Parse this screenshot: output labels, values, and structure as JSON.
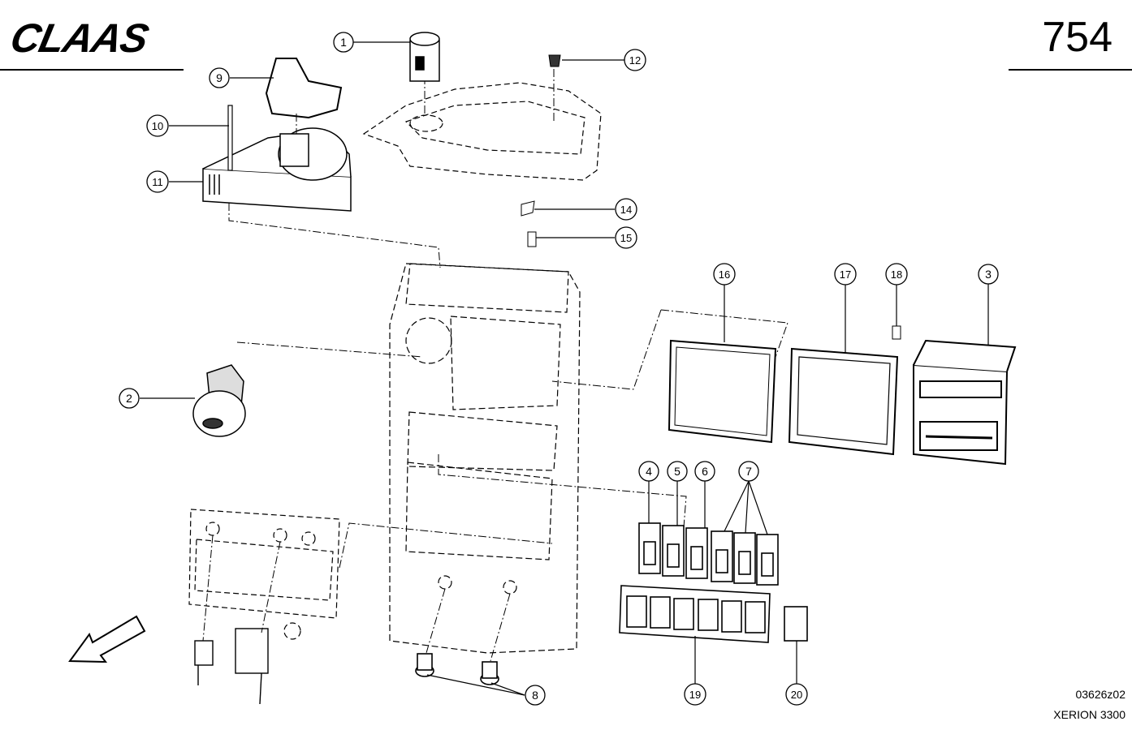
{
  "header": {
    "brand": "CLAAS",
    "page_number": "754"
  },
  "footer": {
    "drawing_number": "03626z02",
    "model": "XERION 3300"
  },
  "callouts": [
    {
      "id": "c1",
      "label": "1"
    },
    {
      "id": "c2",
      "label": "2"
    },
    {
      "id": "c3",
      "label": "3"
    },
    {
      "id": "c4",
      "label": "4"
    },
    {
      "id": "c5",
      "label": "5"
    },
    {
      "id": "c6",
      "label": "6"
    },
    {
      "id": "c7",
      "label": "7"
    },
    {
      "id": "c8",
      "label": "8"
    },
    {
      "id": "c9",
      "label": "9"
    },
    {
      "id": "c10",
      "label": "10"
    },
    {
      "id": "c11",
      "label": "11"
    },
    {
      "id": "c12",
      "label": "12"
    },
    {
      "id": "c14",
      "label": "14"
    },
    {
      "id": "c15",
      "label": "15"
    },
    {
      "id": "c16",
      "label": "16"
    },
    {
      "id": "c17",
      "label": "17"
    },
    {
      "id": "c18",
      "label": "18"
    },
    {
      "id": "c19",
      "label": "19"
    },
    {
      "id": "c20",
      "label": "20"
    }
  ],
  "colors": {
    "ink": "#000000",
    "paper": "#ffffff",
    "shade": "#888888"
  }
}
